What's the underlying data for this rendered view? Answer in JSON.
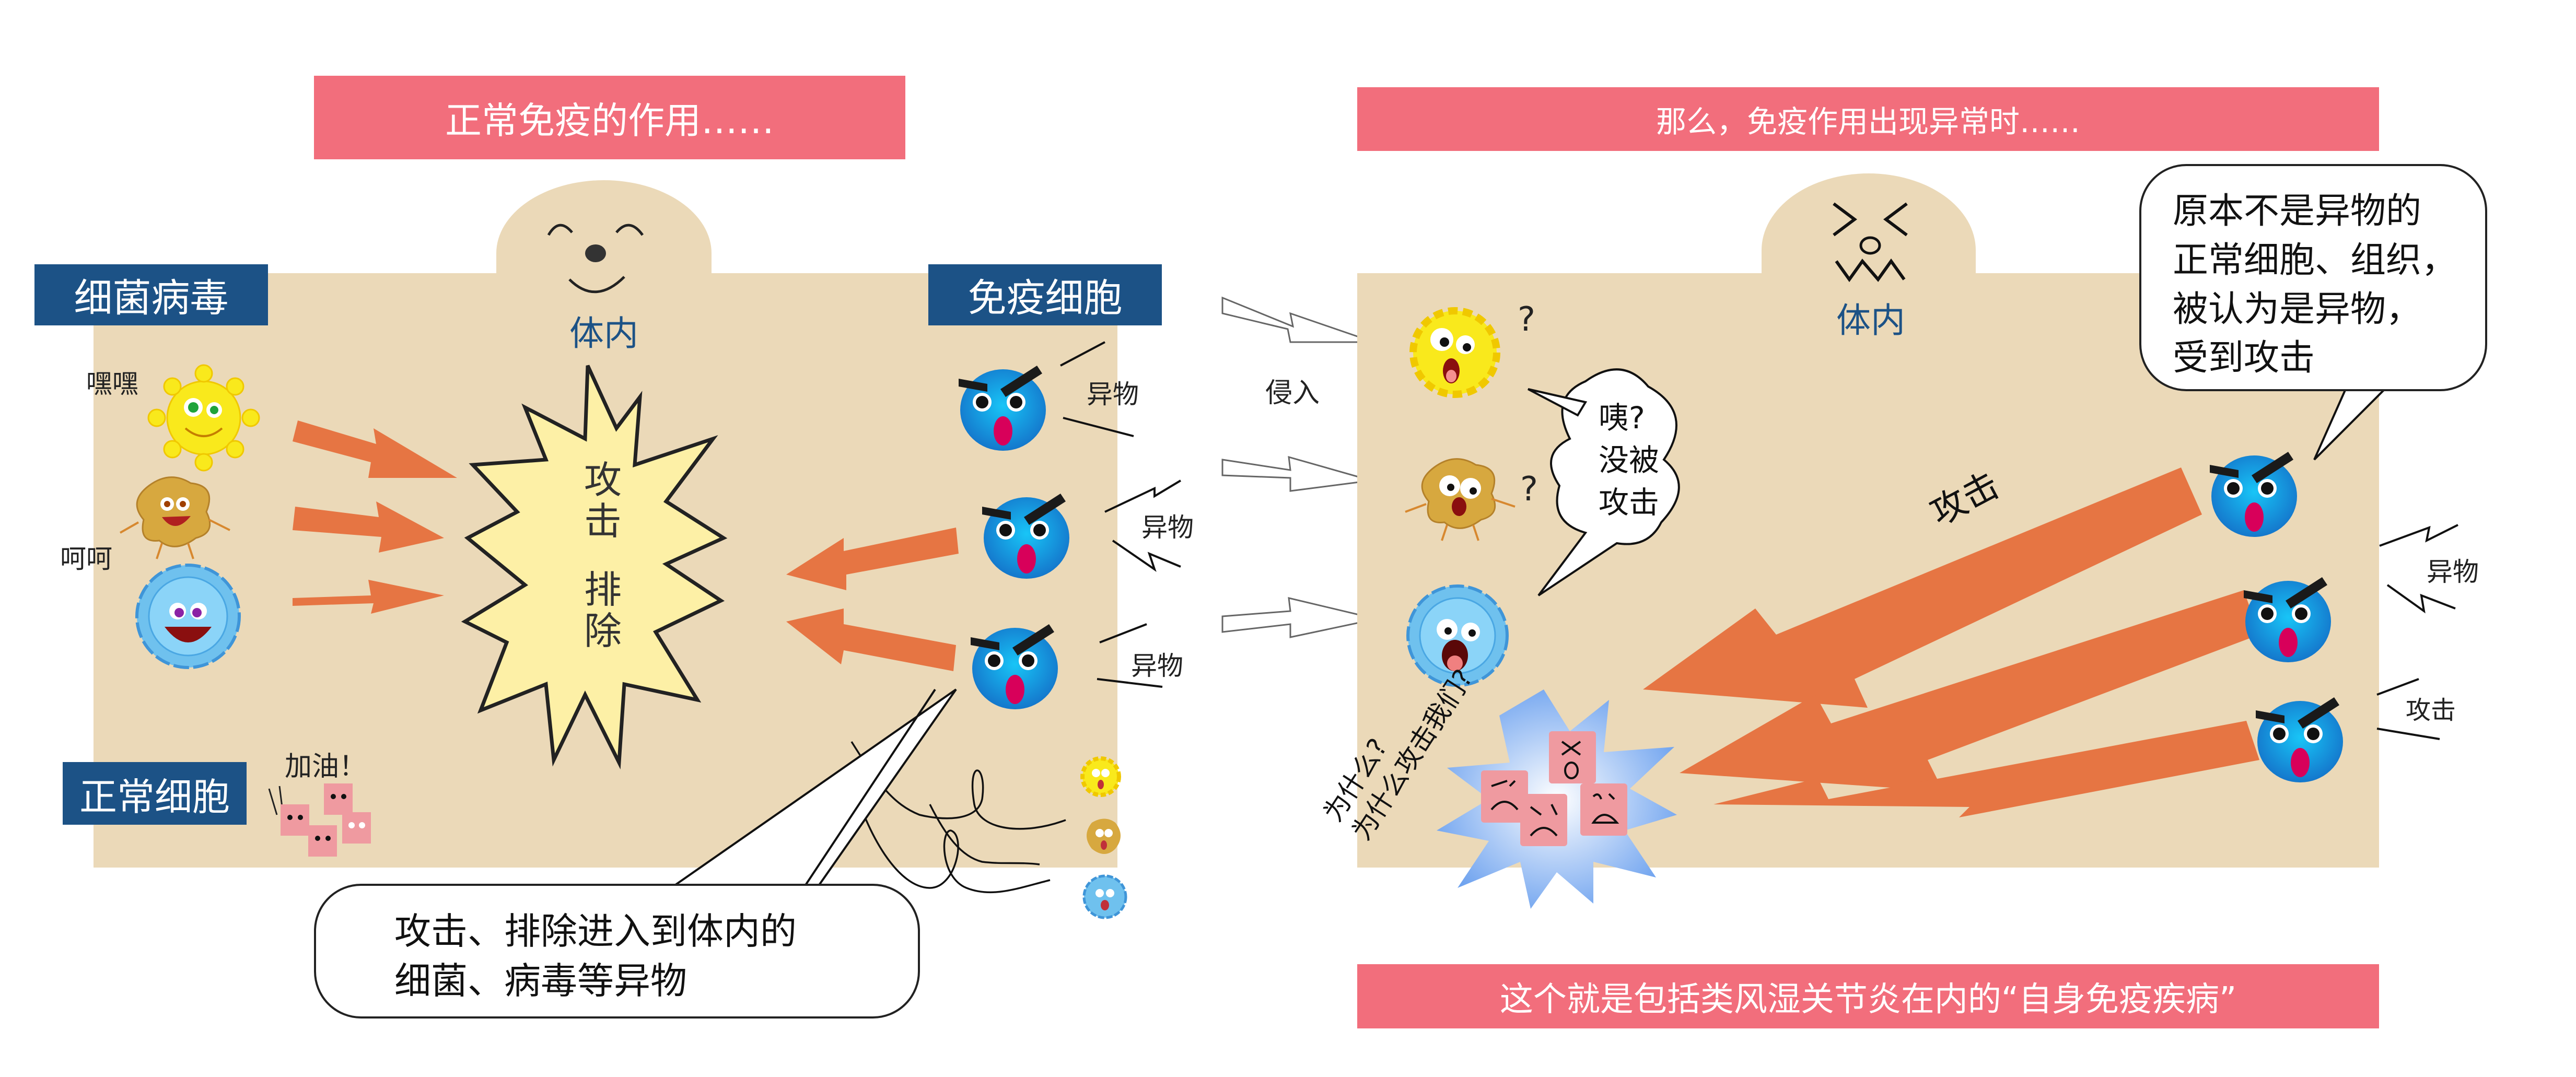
{
  "left_panel": {
    "title": "正常免疫的作用……",
    "body_label": "体内",
    "bacteria_virus_label": "细菌病毒",
    "immune_cells_label": "免疫细胞",
    "normal_cells_label": "正常细胞",
    "bacteria_voices": [
      "嘿嘿",
      "呵呵"
    ],
    "star_text_top": "攻击",
    "star_text_bottom": "排除",
    "foreign_labels": [
      "异物",
      "异物",
      "异物"
    ],
    "cheer_text": "加油！",
    "speech_line1": "攻击、排除进入到体内的",
    "speech_line2": "细菌、病毒等异物"
  },
  "middle": {
    "invade_label": "侵入"
  },
  "right_panel": {
    "title": "那么，免疫作用出现异常时……",
    "body_label": "体内",
    "question_marks": [
      "?",
      "?"
    ],
    "bacteria_bubble_lines": [
      "咦?",
      "没被",
      "攻击"
    ],
    "attack_arrow_label": "攻击",
    "foreign_label": "异物",
    "attack_label": "攻击",
    "normal_cells_lines": [
      "为什么?",
      "为什么攻击我们?"
    ],
    "explanation_lines": [
      "原本不是异物的",
      "正常细胞、组织，",
      "被认为是异物，",
      "受到攻击"
    ],
    "conclusion": "这个就是包括类风湿关节炎在内的“自身免疫疾病”"
  },
  "colors": {
    "banner": "#f26e7c",
    "label_box": "#1c5286",
    "body": "#ebd9b8",
    "arrow": "#e67543",
    "star": "#fdf0a6",
    "immune_cell": "#1f93e0",
    "normal_cell": "#ef9aa0"
  }
}
